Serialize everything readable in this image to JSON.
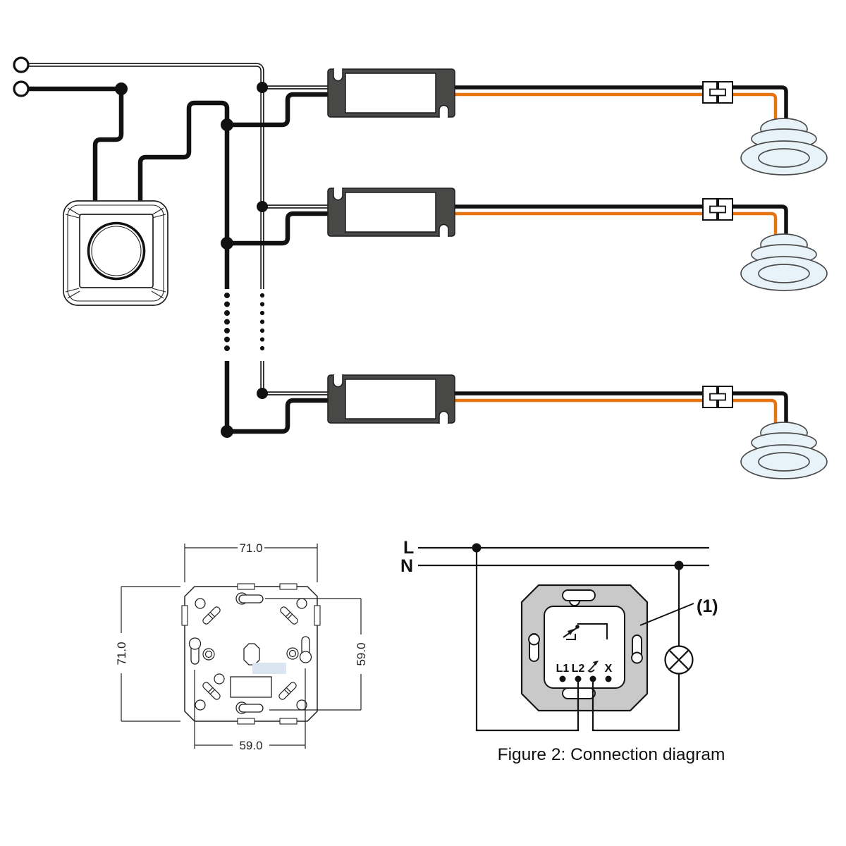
{
  "colors": {
    "wire_orange": "#e87311",
    "wire_black": "#111111",
    "driver_body": "#484846",
    "downlight_fill": "#e8f3f9",
    "plate_gray": "#c9c9c9",
    "shade_blue": "#dbe5f1"
  },
  "icons": {
    "lamp": "lamp-cross-icon",
    "dimmer_terminal": "dimmer-arrow-icon",
    "dimmer_symbol": "dimmer-switch-symbol-icon"
  },
  "dimension_drawing": {
    "top_width": "71.0",
    "left_height": "71.0",
    "right_spacing": "59.0",
    "bottom_spacing": "59.0"
  },
  "figure2": {
    "live_label": "L",
    "neutral_label": "N",
    "component_ref": "(1)",
    "terminal_l1": "L1",
    "terminal_l2": "L2",
    "terminal_x": "X",
    "caption": "Figure 2: Connection diagram"
  }
}
